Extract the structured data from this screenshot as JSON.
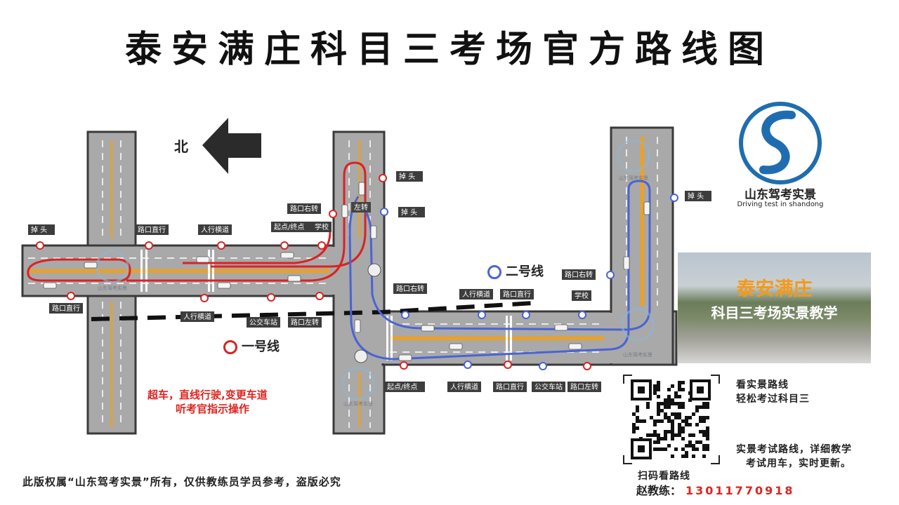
{
  "title": "泰安满庄科目三考场官方路线图",
  "north": "北",
  "legend": {
    "line1": "一号线",
    "line2": "二号线",
    "line1_color": "#d92323",
    "line2_color": "#4a63d6"
  },
  "tip": [
    "超车，直线行驶,变更车道",
    "听考官指示操作"
  ],
  "labels": {
    "uturn_left": "掉 头",
    "turn_straight_top": "路口直行",
    "crosswalk_top": "人行横道",
    "start_end_1": "起点/终点",
    "school_1": "学校",
    "right_turn_1": "路口右转",
    "uturn_mid": "掉 头",
    "uturn_mid2": "掉 头",
    "left_turn_vert": "左转",
    "straight_bottom_left": "路口直行",
    "crosswalk_bottom": "人行横道",
    "bus_stop_1": "公交车站",
    "left_turn_1": "路口左转",
    "right_turn_2": "路口右转",
    "crosswalk_2": "人行横道",
    "straight_2": "路口直行",
    "school_2": "学校",
    "right_turn_3": "路口右转",
    "uturn_right": "掉 头",
    "start_end_2": "起点/终点",
    "crosswalk_3": "人行横道",
    "straight_3": "路口直行",
    "bus_stop_2": "公交车站",
    "left_turn_2": "路口左转"
  },
  "logo": {
    "name": "山东驾考实景",
    "english": "Driving test in shandong"
  },
  "watermark": "山东驾考实景",
  "photo": {
    "title": "泰安满庄",
    "subtitle": "科目三考场实景教学"
  },
  "qr_side": [
    "看实景路线",
    "轻松考过科目三"
  ],
  "qr_note": [
    "实景考试路线，详细教学",
    "考试用车，实时更新。"
  ],
  "qr_caption": "扫码看路线",
  "coach": {
    "name": "赵教练：",
    "phone": "13011770918"
  },
  "copyright": "此版权属“山东驾考实景”所有，仅供教练员学员参考，盗版必究"
}
